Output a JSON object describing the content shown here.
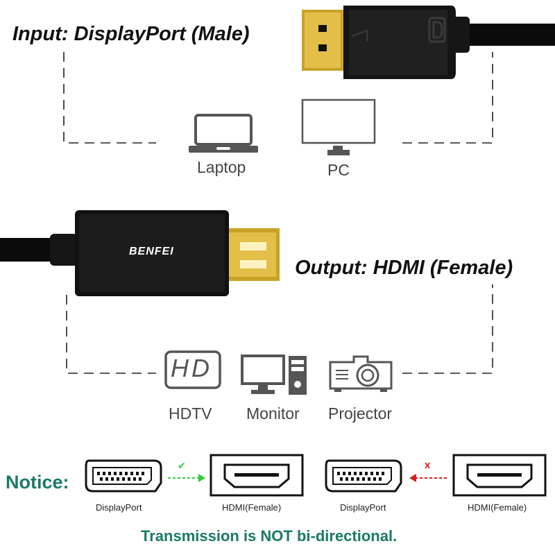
{
  "input": {
    "heading": "Input: DisplayPort (Male)"
  },
  "input_devices": [
    {
      "label": "Laptop",
      "icon": "laptop-icon"
    },
    {
      "label": "PC",
      "icon": "pc-monitor-icon"
    }
  ],
  "adapter": {
    "brand": "BENFEI"
  },
  "output": {
    "heading": "Output: HDMI (Female)"
  },
  "output_devices": [
    {
      "label": "HDTV",
      "icon": "hdtv-icon",
      "badge": "HD"
    },
    {
      "label": "Monitor",
      "icon": "monitor-tower-icon"
    },
    {
      "label": "Projector",
      "icon": "projector-icon"
    }
  ],
  "notice": {
    "title": "Notice:",
    "ok_pair": {
      "from": "DisplayPort",
      "to": "HDMI(Female)",
      "mark": "✔"
    },
    "bad_pair": {
      "from": "DisplayPort",
      "to": "HDMI(Female)",
      "mark": "x"
    },
    "footer": "Transmission is NOT bi-directional.",
    "colors": {
      "text": "#1a7a66",
      "ok": "#2ecc40",
      "bad": "#d62020"
    }
  }
}
